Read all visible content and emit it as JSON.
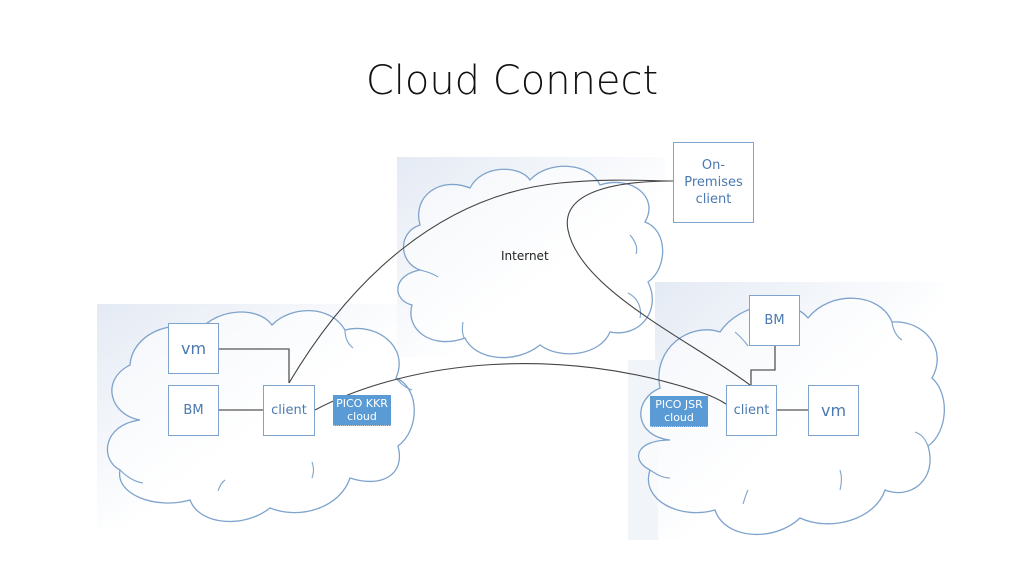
{
  "slide": {
    "title": "Cloud Connect"
  },
  "colors": {
    "cloud_stroke": "#7ea3cc",
    "node_border": "#7ea3cc",
    "node_text": "#4a79b0",
    "pico_fill": "#5b9bd5",
    "connector": "#555555",
    "backdrop": "#eef2f8"
  },
  "clouds": {
    "internet": {
      "label": "Internet"
    },
    "left": {
      "label": ""
    },
    "right": {
      "label": ""
    }
  },
  "nodes": {
    "on_premises": {
      "line1": "On-",
      "line2": "Premises",
      "line3": "client"
    },
    "left_vm": {
      "label": "vm"
    },
    "left_bm": {
      "label": "BM"
    },
    "left_client": {
      "label": "client"
    },
    "right_bm": {
      "label": "BM"
    },
    "right_client": {
      "label": "client"
    },
    "right_vm": {
      "label": "vm"
    }
  },
  "labels": {
    "pico_kkr": {
      "line1": "PICO KKR",
      "line2": "cloud"
    },
    "pico_jsr": {
      "line1": "PICO JSR",
      "line2": "cloud"
    }
  },
  "connections": [
    {
      "from": "left_vm",
      "to": "left_client"
    },
    {
      "from": "left_bm",
      "to": "left_client"
    },
    {
      "from": "left_client",
      "to": "on_premises"
    },
    {
      "from": "left_client",
      "to": "right_client"
    },
    {
      "from": "on_premises",
      "to": "right_client"
    },
    {
      "from": "right_bm",
      "to": "right_client"
    },
    {
      "from": "right_client",
      "to": "right_vm"
    }
  ]
}
